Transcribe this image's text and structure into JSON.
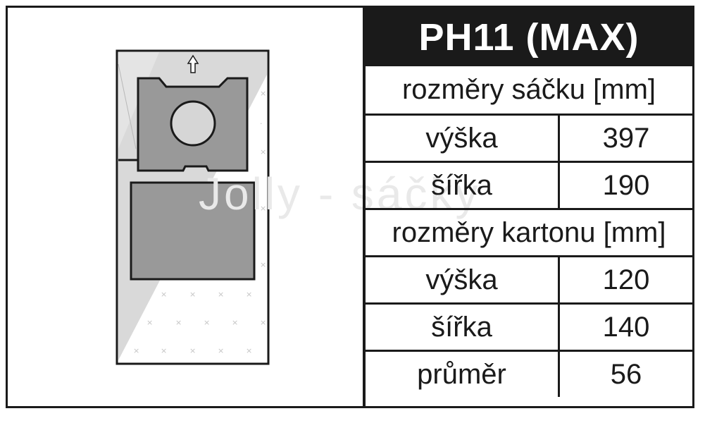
{
  "title": "PH11 (MAX)",
  "watermark": "Jolly - sáčky",
  "sections": {
    "bag_header": "rozměry sáčku [mm]",
    "bag_height_label": "výška",
    "bag_height_value": "397",
    "bag_width_label": "šířka",
    "bag_width_value": "190",
    "carton_header": "rozměry kartonu [mm]",
    "carton_height_label": "výška",
    "carton_height_value": "120",
    "carton_width_label": "šířka",
    "carton_width_value": "140",
    "diameter_label": "průměr",
    "diameter_value": "56"
  },
  "colors": {
    "ink": "#1a1a1a",
    "bag_fill": "#d6d6d6",
    "plate_fill": "#9a9a9a",
    "watermark": "#e9e9e9"
  },
  "icons": {
    "arrow": "arrow-up-icon"
  }
}
